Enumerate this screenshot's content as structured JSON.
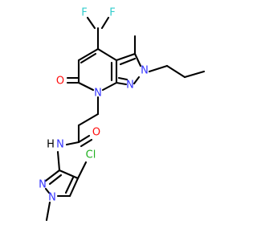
{
  "diagram": {
    "colors": {
      "bond": "#000000",
      "F": "#33cccc",
      "N": "#3333ff",
      "O": "#ff0d0d",
      "Cl": "#1fb01f",
      "H": "#000000"
    },
    "labels": {
      "F_left": "F",
      "F_right": "F",
      "O_ketone": "O",
      "O_amide": "O",
      "N_ring7": "N",
      "N_pz_1": "N",
      "N_pz_2": "N",
      "NH_N": "N",
      "NH_H": "H",
      "Cl": "Cl",
      "N_pyr_2": "N",
      "N_pyr_1": "N"
    }
  }
}
